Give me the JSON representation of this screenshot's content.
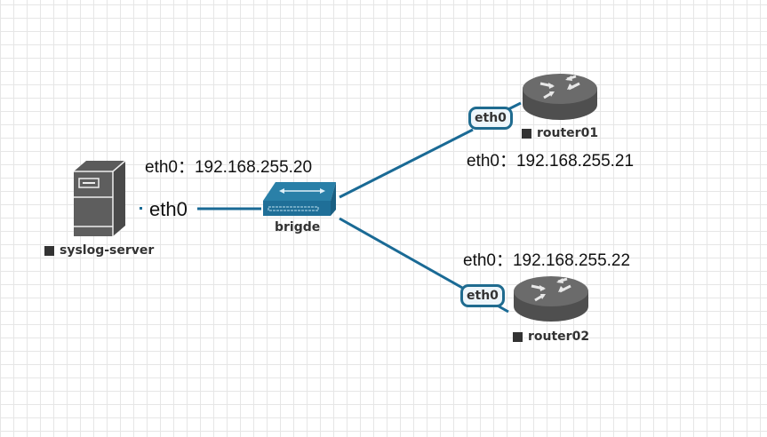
{
  "colors": {
    "link": "#1a6a95",
    "device_gray": "#5b5b5b",
    "switch_blue": "#1f6f98",
    "grid": "#e6e6e6"
  },
  "nodes": {
    "server": {
      "name": "syslog-server",
      "icon": "server-icon",
      "iface": "eth0",
      "ip_label": "eth0：192.168.255.20"
    },
    "bridge": {
      "name": "brigde",
      "icon": "switch-icon"
    },
    "router01": {
      "name": "router01",
      "icon": "router-icon",
      "iface": "eth0",
      "ip_label": "eth0：192.168.255.21"
    },
    "router02": {
      "name": "router02",
      "icon": "router-icon",
      "iface": "eth0",
      "ip_label": "eth0：192.168.255.22"
    }
  },
  "links": [
    {
      "from": "syslog-server",
      "to": "brigde",
      "from_iface": "eth0"
    },
    {
      "from": "brigde",
      "to": "router01",
      "to_iface": "eth0"
    },
    {
      "from": "brigde",
      "to": "router02",
      "to_iface": "eth0"
    }
  ]
}
